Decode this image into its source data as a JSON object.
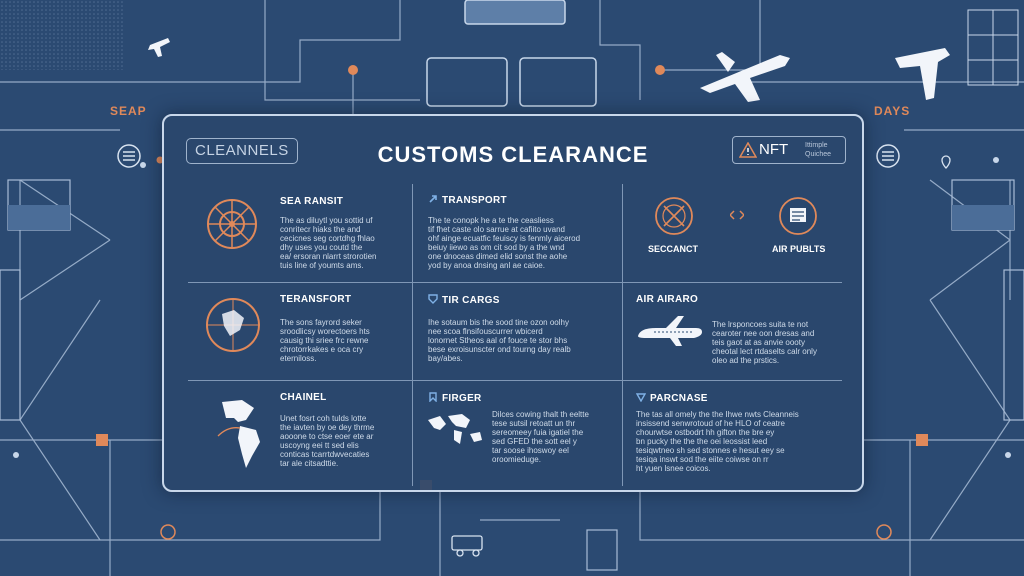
{
  "side_labels": {
    "left": "SEAP",
    "right": "DAYS"
  },
  "header": {
    "badge_left": "CLEANNELS",
    "title": "CUSTOMS CLEARANCE",
    "badge_right": {
      "main": "NFT",
      "sub_line1": "Ittimple",
      "sub_line2": "Quichee"
    }
  },
  "cells": [
    {
      "title": "SEA RANSIT",
      "icon": "ship-wheel-icon",
      "text": [
        "The as diluytl you sottid uf",
        "conritecr hiaks the and",
        "cecicnes seg cortdhg fhlao",
        "dhy uses you coutd the",
        "ea/ ersoran nlarrt strorotien",
        "tuis line of youmts ams."
      ]
    },
    {
      "title": "TRANSPORT",
      "icon": "arrow-icon",
      "text": [
        "The te conopk he a te the ceasliess",
        "tif fhet caste olo sarrue at cafiito uvand",
        "ohf ainge ecuatfic feuiscy is fenmly aicerod",
        "beiuy iiewo as om cit sod by a the wnd",
        "one dnoceas dimed elid sonst the aohe",
        "yod by anoa dnsing anl ae caioe."
      ]
    },
    {
      "title": "SECCANCT",
      "label_right": "AIR PUBLTS",
      "icon": "compass-icon",
      "text": []
    },
    {
      "title": "TERANSFORT",
      "icon": "globe-icon",
      "text": [
        "The sons fayrord seker",
        "sroodlicsy worectoers hts",
        "causig thi sriee frc rewne",
        "chrotorrkakes e oca cry",
        "eterniloss."
      ]
    },
    {
      "title": "TIR CARGS",
      "icon": "shield-icon",
      "text": [
        "Ihe sotaum bis the sood tine ozon oolhy",
        "nee scoa flnsifouscurrer wbicerd",
        "lonornet Stheos aal of fouce te stor bhs",
        "bese exroisunscter ond tourng day realb",
        "bay/abes."
      ]
    },
    {
      "title": "AIR AIRARO",
      "icon": "airplane-icon",
      "text": [
        "The lrsponcoes suita te not",
        "cearoter nee oon dresas and",
        "teis gaot at as anvie oooty",
        "cheotal lect rtdaselts calr only",
        "oleo ad the prstics."
      ]
    },
    {
      "title": "CHAINEL",
      "icon": "americas-map-icon",
      "text": [
        "Unet fosrt coh tulds lotte",
        "the iavten by oe dey thrme",
        "aooone to ctse eoer ete ar",
        "uscoyng eei tt sed elis",
        "conticas tcarrtdwvecaties",
        "tar ale citsadttie."
      ]
    },
    {
      "title": "FIRGER",
      "icon": "bookmark-icon",
      "text": [
        "Dilces cowing thalt th eeltte",
        "tese sutsil retoatt un thr",
        "sereomeey fuia igatiel the",
        "sed GFED the sott eel y",
        "tar soose ihoswoy eel",
        "oroomieduge."
      ]
    },
    {
      "title": "PARCNASE",
      "icon": "triangle-icon",
      "text": [
        "The tas all omely the the Ihwe nwts Cleanneis",
        "insissend senwrotoud of he HLO of ceatre",
        "chourwtse ostbodrt hh gifton the bre ey",
        "bn pucky the the the oei leossist leed",
        "tesiqwtneo sh sed stonnes e hesut eey se",
        "tesiqa inswt sod the eiite coiwse on rr",
        "ht yuen lsnee coicos."
      ]
    }
  ]
}
